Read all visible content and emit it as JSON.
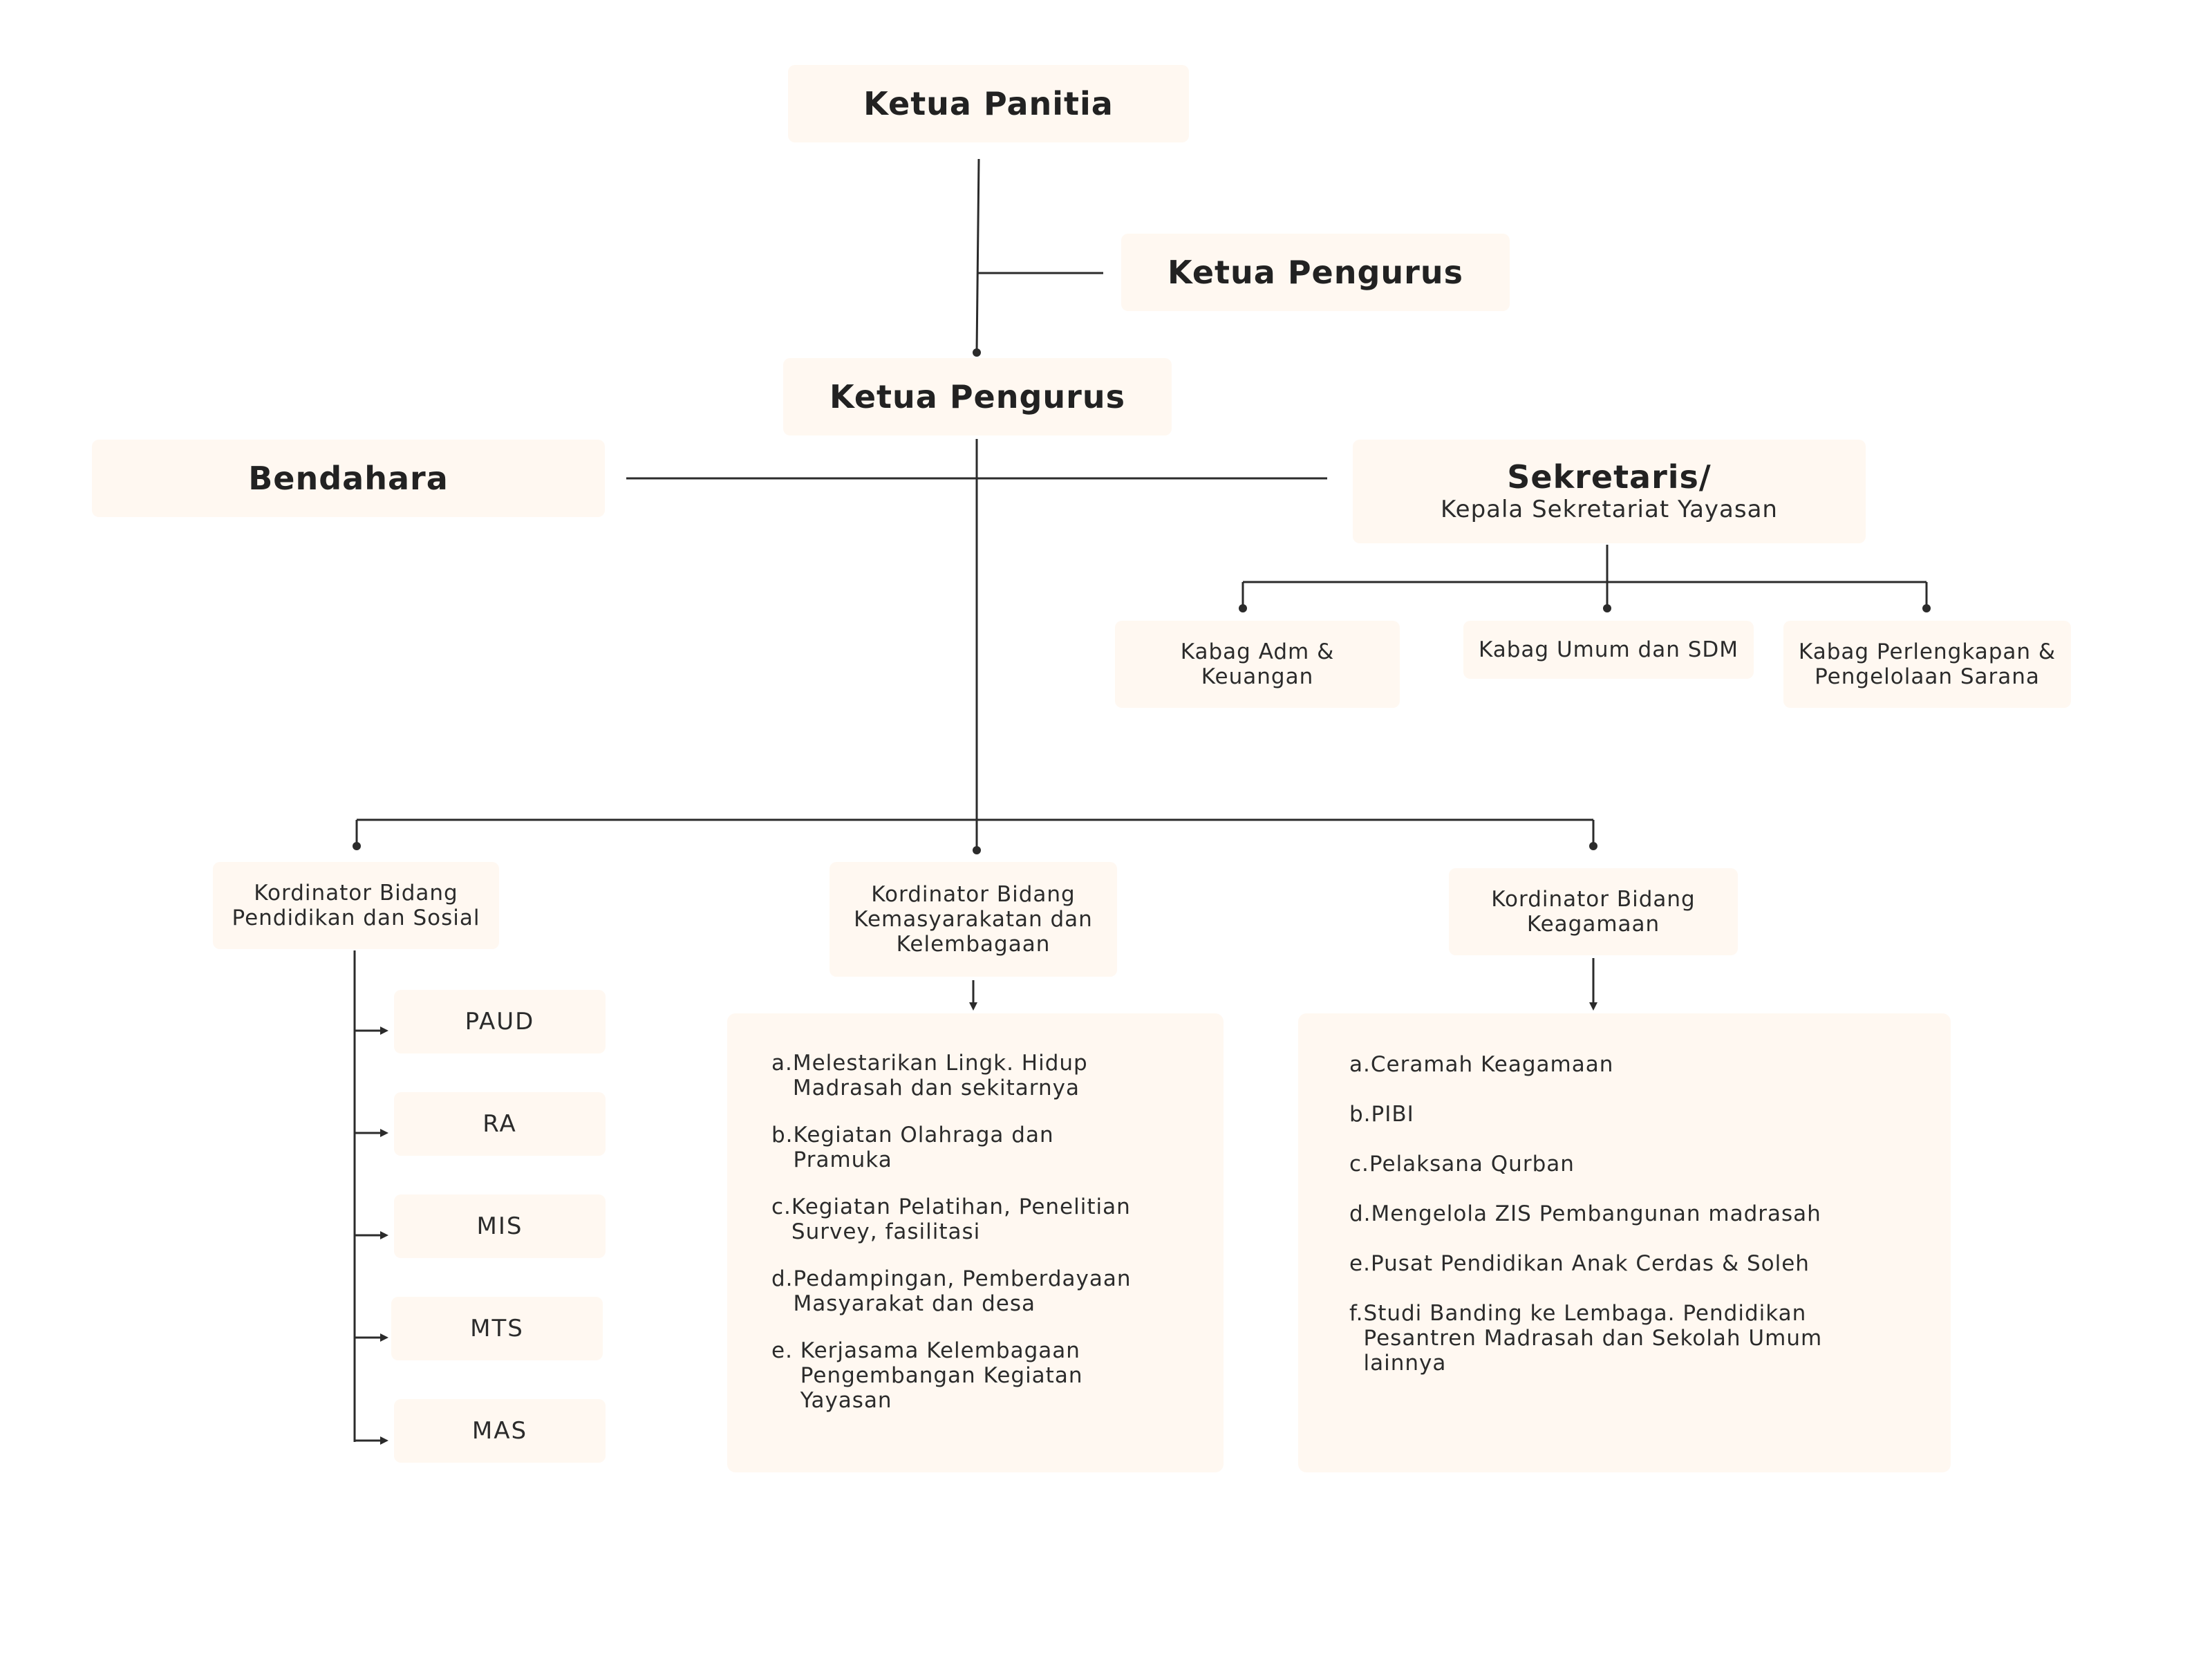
{
  "nodes": {
    "ketua_panitia": "Ketua Panitia",
    "ketua_pengurus_side": "Ketua Pengurus",
    "ketua_pengurus_main": "Ketua Pengurus",
    "bendahara": "Bendahara",
    "sekretaris_title": "Sekretaris/",
    "sekretaris_subtitle": "Kepala Sekretariat Yayasan"
  },
  "kabag": [
    "Kabag Adm & Keuangan",
    "Kabag Umum dan SDM",
    "Kabag Perlengkapan & Pengelolaan Sarana"
  ],
  "koordinator": [
    "Kordinator Bidang Pendidikan dan Sosial",
    "Kordinator Bidang Kemasyarakatan dan Kelembagaan",
    "Kordinator Bidang Keagamaan"
  ],
  "units": [
    "PAUD",
    "RA",
    "MIS",
    "MTS",
    "MAS"
  ],
  "kemasyarakatan_tasks": [
    {
      "marker": "a.",
      "text": "Melestarikan Lingk. Hidup Madrasah dan sekitarnya"
    },
    {
      "marker": "b.",
      "text": "Kegiatan Olahraga dan Pramuka"
    },
    {
      "marker": "c.",
      "text": "Kegiatan Pelatihan, Penelitian Survey, fasilitasi"
    },
    {
      "marker": "d.",
      "text": "Pedampingan, Pemberdayaan Masyarakat dan desa"
    },
    {
      "marker": "e. ",
      "text": "Kerjasama Kelembagaan Pengembangan Kegiatan Yayasan"
    }
  ],
  "keagamaan_tasks": [
    {
      "marker": "a.",
      "text": "Ceramah Keagamaan"
    },
    {
      "marker": "b.",
      "text": "PIBI"
    },
    {
      "marker": "c.",
      "text": "Pelaksana Qurban"
    },
    {
      "marker": "d.",
      "text": "Mengelola ZIS Pembangunan madrasah"
    },
    {
      "marker": "e.",
      "text": "Pusat Pendidikan Anak Cerdas & Soleh"
    },
    {
      "marker": "f.",
      "text": "Studi Banding ke Lembaga. Pendidikan Pesantren Madrasah dan Sekolah Umum lainnya"
    }
  ]
}
